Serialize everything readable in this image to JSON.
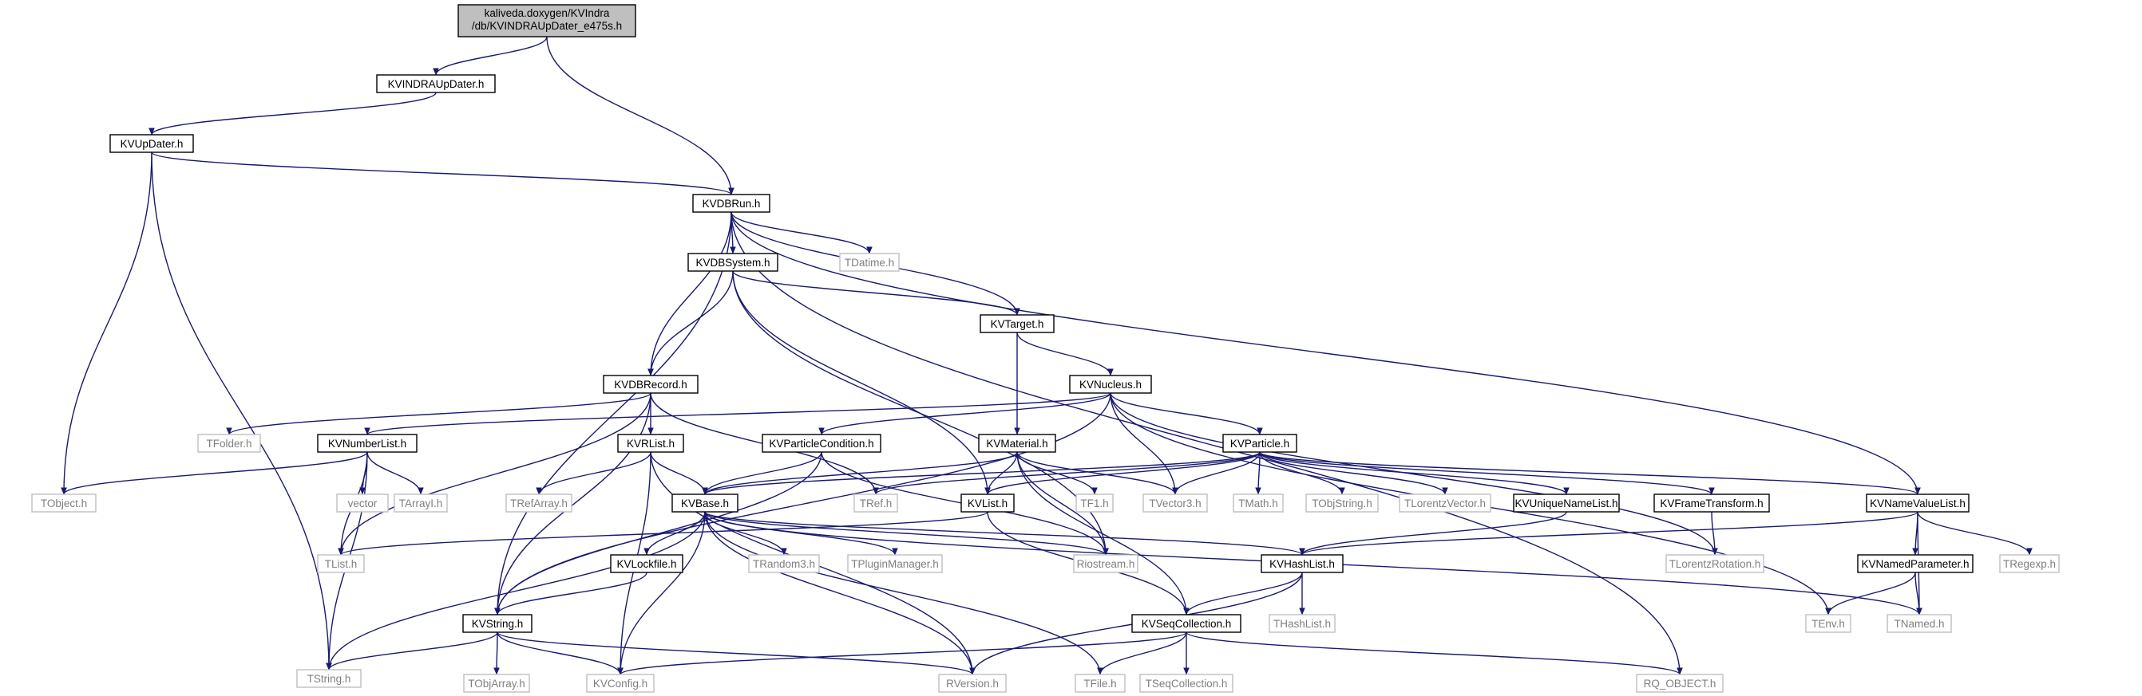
{
  "colors": {
    "edge": "#191970",
    "root_fill": "#bfbfbf",
    "node_border": "#000000",
    "external_border": "#bfbfbf",
    "text": "#000000",
    "external_text": "#7f7f7f"
  },
  "nodes": {
    "root": {
      "label_lines": [
        "kaliveda.doxygen/KVIndra",
        "/db/KVINDRAUpDater_e475s.h"
      ],
      "kind": "root"
    },
    "kvindraupdater": {
      "label": "KVINDRAUpDater.h",
      "kind": "local"
    },
    "kvupdater": {
      "label": "KVUpDater.h",
      "kind": "local"
    },
    "kvdbrun": {
      "label": "KVDBRun.h",
      "kind": "local"
    },
    "tobject": {
      "label": "TObject.h",
      "kind": "external"
    },
    "tstring": {
      "label": "TString.h",
      "kind": "external"
    },
    "kvdbsystem": {
      "label": "KVDBSystem.h",
      "kind": "local"
    },
    "tdatime": {
      "label": "TDatime.h",
      "kind": "external"
    },
    "kvtarget": {
      "label": "KVTarget.h",
      "kind": "local"
    },
    "kvdbrecord": {
      "label": "KVDBRecord.h",
      "kind": "local"
    },
    "kvnucleus": {
      "label": "KVNucleus.h",
      "kind": "local"
    },
    "tfolder": {
      "label": "TFolder.h",
      "kind": "external"
    },
    "kvnumberlist": {
      "label": "KVNumberList.h",
      "kind": "local"
    },
    "kvrlist": {
      "label": "KVRList.h",
      "kind": "local"
    },
    "kvparticlecondition": {
      "label": "KVParticleCondition.h",
      "kind": "local"
    },
    "kvmaterial": {
      "label": "KVMaterial.h",
      "kind": "local"
    },
    "kvparticle": {
      "label": "KVParticle.h",
      "kind": "local"
    },
    "kvnamevaluelist": {
      "label": "KVNameValueList.h",
      "kind": "local"
    },
    "vector": {
      "label": "vector",
      "kind": "external"
    },
    "tarrayi": {
      "label": "TArrayI.h",
      "kind": "external"
    },
    "trefarray": {
      "label": "TRefArray.h",
      "kind": "external"
    },
    "kvbase": {
      "label": "KVBase.h",
      "kind": "local"
    },
    "tref": {
      "label": "TRef.h",
      "kind": "external"
    },
    "kvlist": {
      "label": "KVList.h",
      "kind": "local"
    },
    "tf1": {
      "label": "TF1.h",
      "kind": "external"
    },
    "tvector3": {
      "label": "TVector3.h",
      "kind": "external"
    },
    "tmath": {
      "label": "TMath.h",
      "kind": "external"
    },
    "tobjstring": {
      "label": "TObjString.h",
      "kind": "external"
    },
    "tlorentzvector": {
      "label": "TLorentzVector.h",
      "kind": "external"
    },
    "kvuniquenamelist": {
      "label": "KVUniqueNameList.h",
      "kind": "local"
    },
    "kvframetransform": {
      "label": "KVFrameTransform.h",
      "kind": "local"
    },
    "tlist": {
      "label": "TList.h",
      "kind": "external"
    },
    "kvlockfile": {
      "label": "KVLockfile.h",
      "kind": "local"
    },
    "trandom3": {
      "label": "TRandom3.h",
      "kind": "external"
    },
    "tpluginmanager": {
      "label": "TPluginManager.h",
      "kind": "external"
    },
    "riostream": {
      "label": "Riostream.h",
      "kind": "external"
    },
    "kvhashlist": {
      "label": "KVHashList.h",
      "kind": "local"
    },
    "tlorentzrotation": {
      "label": "TLorentzRotation.h",
      "kind": "external"
    },
    "kvnamedparameter": {
      "label": "KVNamedParameter.h",
      "kind": "local"
    },
    "tregexp": {
      "label": "TRegexp.h",
      "kind": "external"
    },
    "kvstring": {
      "label": "KVString.h",
      "kind": "local"
    },
    "kvseqcollection": {
      "label": "KVSeqCollection.h",
      "kind": "local"
    },
    "thashlist": {
      "label": "THashList.h",
      "kind": "external"
    },
    "tenv": {
      "label": "TEnv.h",
      "kind": "external"
    },
    "tnamed": {
      "label": "TNamed.h",
      "kind": "external"
    },
    "tobjarray": {
      "label": "TObjArray.h",
      "kind": "external"
    },
    "kvconfig": {
      "label": "KVConfig.h",
      "kind": "external"
    },
    "rversion": {
      "label": "RVersion.h",
      "kind": "external"
    },
    "tfile": {
      "label": "TFile.h",
      "kind": "external"
    },
    "tseqcollection": {
      "label": "TSeqCollection.h",
      "kind": "external"
    },
    "rq_object": {
      "label": "RQ_OBJECT.h",
      "kind": "external"
    }
  },
  "edges": [
    [
      "root",
      "kvindraupdater"
    ],
    [
      "root",
      "kvdbrun"
    ],
    [
      "kvindraupdater",
      "kvupdater"
    ],
    [
      "kvupdater",
      "kvdbrun"
    ],
    [
      "kvupdater",
      "tobject"
    ],
    [
      "kvupdater",
      "tstring"
    ],
    [
      "kvdbrun",
      "kvdbsystem"
    ],
    [
      "kvdbrun",
      "tdatime"
    ],
    [
      "kvdbrun",
      "kvtarget"
    ],
    [
      "kvdbrun",
      "kvdbrecord"
    ],
    [
      "kvdbrun",
      "kvstring"
    ],
    [
      "kvdbrun",
      "kvnamevaluelist"
    ],
    [
      "kvdbrun",
      "rq_object"
    ],
    [
      "kvdbsystem",
      "kvtarget"
    ],
    [
      "kvdbsystem",
      "kvdbrecord"
    ],
    [
      "kvdbsystem",
      "kvlist"
    ],
    [
      "kvdbsystem",
      "riostream"
    ],
    [
      "kvtarget",
      "kvmaterial"
    ],
    [
      "kvtarget",
      "kvnucleus"
    ],
    [
      "kvdbrecord",
      "kvrlist"
    ],
    [
      "kvdbrecord",
      "tfolder"
    ],
    [
      "kvdbrecord",
      "tlist"
    ],
    [
      "kvdbrecord",
      "tref"
    ],
    [
      "kvdbrecord",
      "kvstring"
    ],
    [
      "kvnucleus",
      "kvnumberlist"
    ],
    [
      "kvnucleus",
      "kvparticlecondition"
    ],
    [
      "kvnucleus",
      "kvparticle"
    ],
    [
      "kvnucleus",
      "tvector3"
    ],
    [
      "kvnucleus",
      "tlorentzrotation"
    ],
    [
      "kvnucleus",
      "tenv"
    ],
    [
      "kvnucleus",
      "kvstring"
    ],
    [
      "kvnumberlist",
      "tobject"
    ],
    [
      "kvnumberlist",
      "vector"
    ],
    [
      "kvnumberlist",
      "tarrayi"
    ],
    [
      "kvnumberlist",
      "tlist"
    ],
    [
      "kvnumberlist",
      "tstring"
    ],
    [
      "kvrlist",
      "trefarray"
    ],
    [
      "kvrlist",
      "kvbase"
    ],
    [
      "kvrlist",
      "kvconfig"
    ],
    [
      "kvrlist",
      "rversion"
    ],
    [
      "kvparticlecondition",
      "kvbase"
    ],
    [
      "kvparticlecondition",
      "kvstring"
    ],
    [
      "kvparticlecondition",
      "riostream"
    ],
    [
      "kvmaterial",
      "kvbase"
    ],
    [
      "kvmaterial",
      "kvlist"
    ],
    [
      "kvmaterial",
      "tf1"
    ],
    [
      "kvmaterial",
      "tvector3"
    ],
    [
      "kvmaterial",
      "riostream"
    ],
    [
      "kvmaterial",
      "kvseqcollection"
    ],
    [
      "kvparticle",
      "kvbase"
    ],
    [
      "kvparticle",
      "tref"
    ],
    [
      "kvparticle",
      "kvlist"
    ],
    [
      "kvparticle",
      "tvector3"
    ],
    [
      "kvparticle",
      "tmath"
    ],
    [
      "kvparticle",
      "tobjstring"
    ],
    [
      "kvparticle",
      "tlorentzvector"
    ],
    [
      "kvparticle",
      "kvuniquenamelist"
    ],
    [
      "kvparticle",
      "kvframetransform"
    ],
    [
      "kvparticle",
      "kvnamevaluelist"
    ],
    [
      "kvnamevaluelist",
      "kvnamedparameter"
    ],
    [
      "kvnamevaluelist",
      "tregexp"
    ],
    [
      "kvnamevaluelist",
      "tnamed"
    ],
    [
      "kvnamevaluelist",
      "kvhashlist"
    ],
    [
      "kvbase",
      "kvlockfile"
    ],
    [
      "kvbase",
      "trandom3"
    ],
    [
      "kvbase",
      "tpluginmanager"
    ],
    [
      "kvbase",
      "riostream"
    ],
    [
      "kvbase",
      "kvhashlist"
    ],
    [
      "kvbase",
      "tnamed"
    ],
    [
      "kvbase",
      "tstring"
    ],
    [
      "kvbase",
      "kvconfig"
    ],
    [
      "kvbase",
      "rversion"
    ],
    [
      "kvbase",
      "tfile"
    ],
    [
      "kvlist",
      "tlist"
    ],
    [
      "kvlist",
      "kvseqcollection"
    ],
    [
      "kvuniquenamelist",
      "kvhashlist"
    ],
    [
      "kvframetransform",
      "tlorentzrotation"
    ],
    [
      "kvlockfile",
      "kvstring"
    ],
    [
      "kvhashlist",
      "kvseqcollection"
    ],
    [
      "kvhashlist",
      "thashlist"
    ],
    [
      "kvhashlist",
      "rversion"
    ],
    [
      "kvnamedparameter",
      "tenv"
    ],
    [
      "kvnamedparameter",
      "tnamed"
    ],
    [
      "kvstring",
      "tstring"
    ],
    [
      "kvstring",
      "tobjarray"
    ],
    [
      "kvstring",
      "kvconfig"
    ],
    [
      "kvstring",
      "rversion"
    ],
    [
      "kvseqcollection",
      "kvconfig"
    ],
    [
      "kvseqcollection",
      "tfile"
    ],
    [
      "kvseqcollection",
      "tseqcollection"
    ],
    [
      "kvseqcollection",
      "rq_object"
    ]
  ]
}
